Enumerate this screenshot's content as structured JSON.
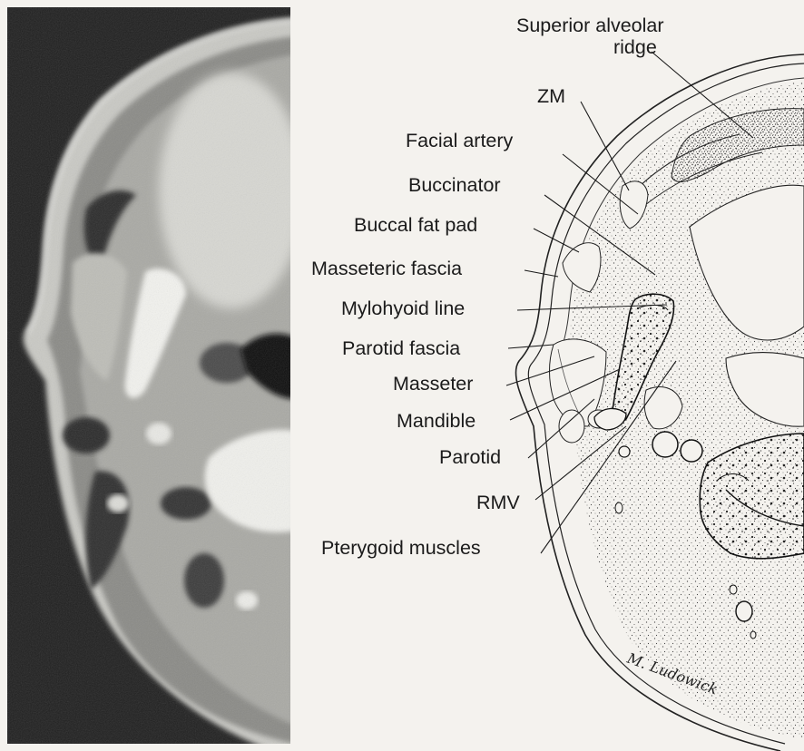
{
  "labels": {
    "superior_alveolar_ridge_line1": "Superior alveolar",
    "superior_alveolar_ridge_line2": "ridge",
    "zm": "ZM",
    "facial_artery": "Facial artery",
    "buccinator": "Buccinator",
    "buccal_fat_pad": "Buccal fat pad",
    "masseteric_fascia": "Masseteric fascia",
    "mylohyoid_line": "Mylohyoid line",
    "parotid_fascia": "Parotid fascia",
    "masseter": "Masseter",
    "mandible": "Mandible",
    "parotid": "Parotid",
    "rmv": "RMV",
    "pterygoid_muscles": "Pterygoid muscles"
  },
  "signature": "M. Ludowick",
  "colors": {
    "ct_background": "#1c1c1c",
    "ink": "#1b1b1b",
    "paper": "#f4f2ee"
  }
}
